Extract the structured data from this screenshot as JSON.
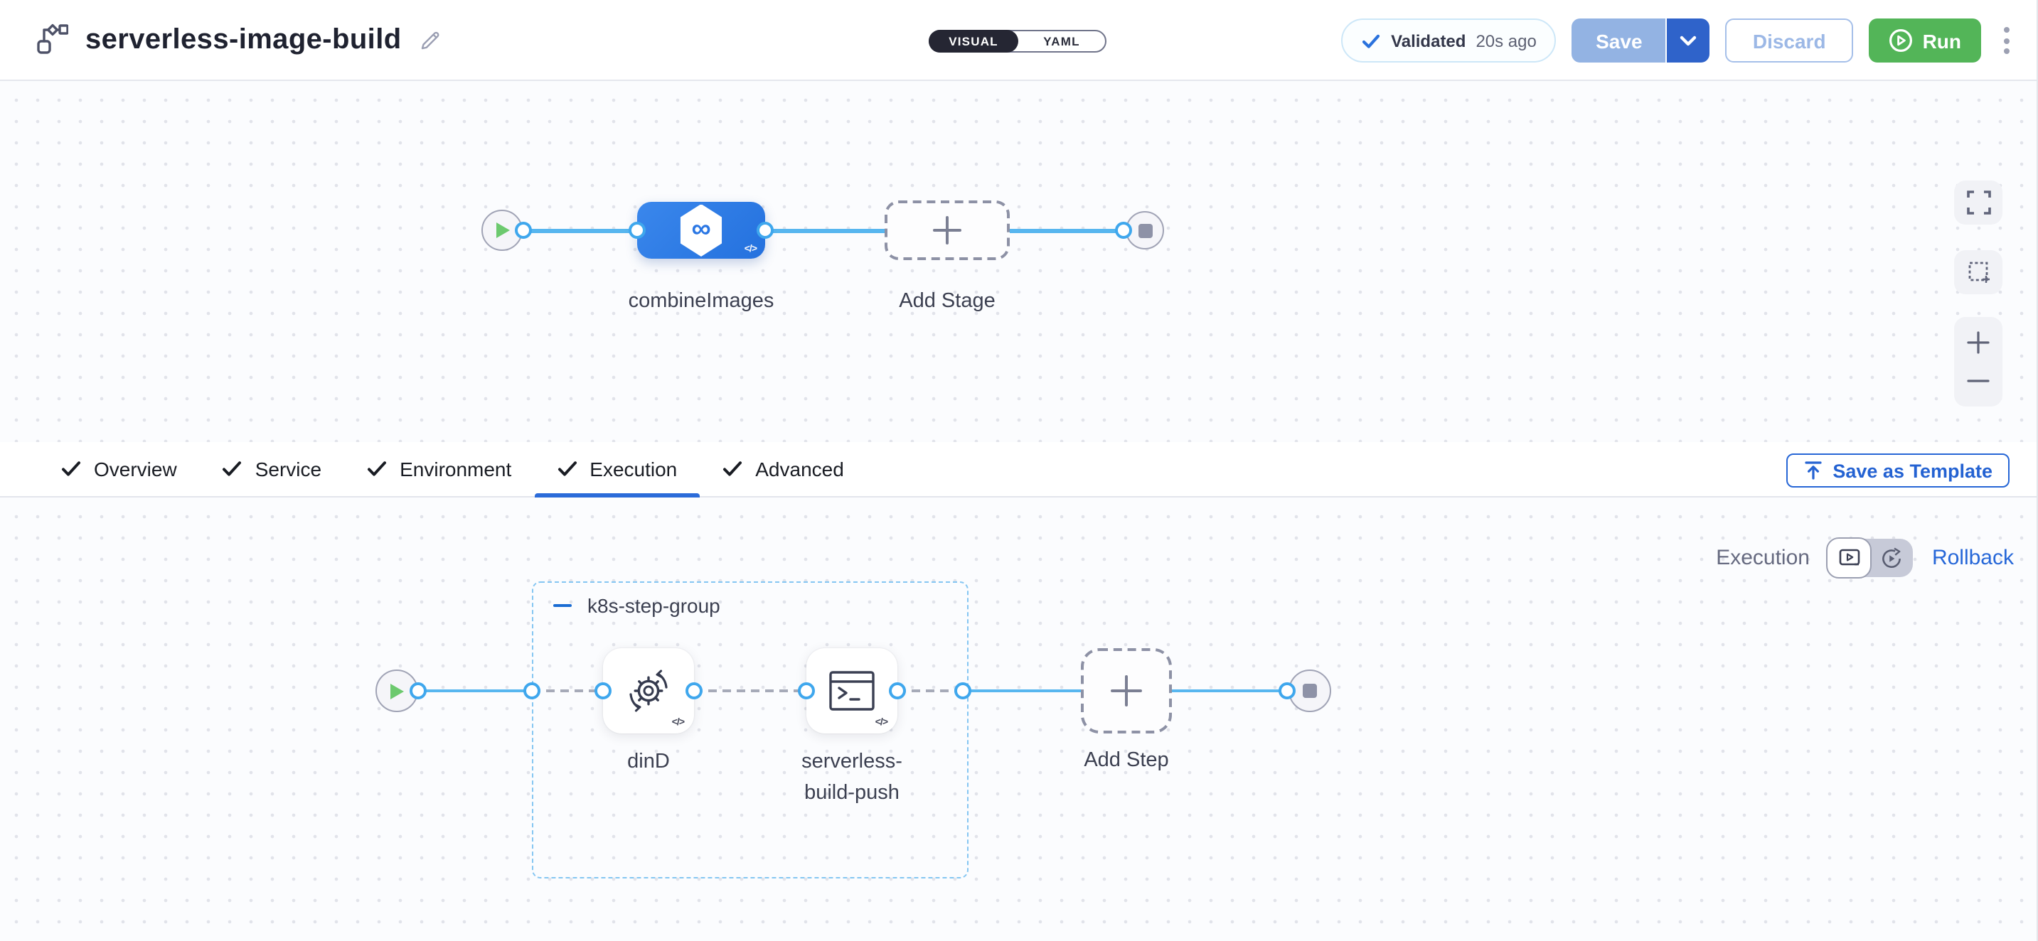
{
  "header": {
    "title": "serverless-image-build",
    "mode_toggle": {
      "visual": "VISUAL",
      "yaml": "YAML"
    },
    "validated": {
      "label": "Validated",
      "time": "20s ago"
    },
    "save_label": "Save",
    "discard_label": "Discard",
    "run_label": "Run"
  },
  "stage_canvas": {
    "stage_name": "combineImages",
    "add_stage_label": "Add Stage"
  },
  "tabs": {
    "items": [
      {
        "label": "Overview"
      },
      {
        "label": "Service"
      },
      {
        "label": "Environment"
      },
      {
        "label": "Execution"
      },
      {
        "label": "Advanced"
      }
    ],
    "active": "Execution",
    "save_as_template": "Save as Template"
  },
  "execution_panel": {
    "view_label": "Execution",
    "rollback_label": "Rollback",
    "group_name": "k8s-step-group",
    "steps": [
      {
        "name": "dinD"
      },
      {
        "name": "serverless-build-push"
      }
    ],
    "add_step_label": "Add Step"
  },
  "icons": {
    "ci_symbol": "∞",
    "code_badge": "</>"
  },
  "colors": {
    "accent_blue": "#2b6bd9",
    "node_blue": "#2d7ce8",
    "connector_blue": "#57b6ef",
    "run_green": "#53b558",
    "save_disabled_blue": "#93b3e3",
    "validated_check_blue": "#2a72dd"
  }
}
